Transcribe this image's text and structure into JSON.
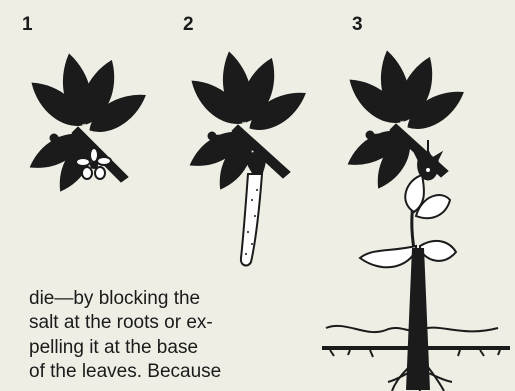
{
  "steps": [
    {
      "number": "1",
      "depicts": "flower"
    },
    {
      "number": "2",
      "depicts": "elongated hypocotyl"
    },
    {
      "number": "3",
      "depicts": "seedling"
    }
  ],
  "caption": {
    "lines": [
      "die—by blocking the",
      "salt at the roots or ex-",
      "pelling it at the base",
      "of the leaves. Because"
    ]
  },
  "colors": {
    "background": "#efeee5",
    "ink": "#1b1b1b",
    "fill_light": "#ffffff"
  }
}
